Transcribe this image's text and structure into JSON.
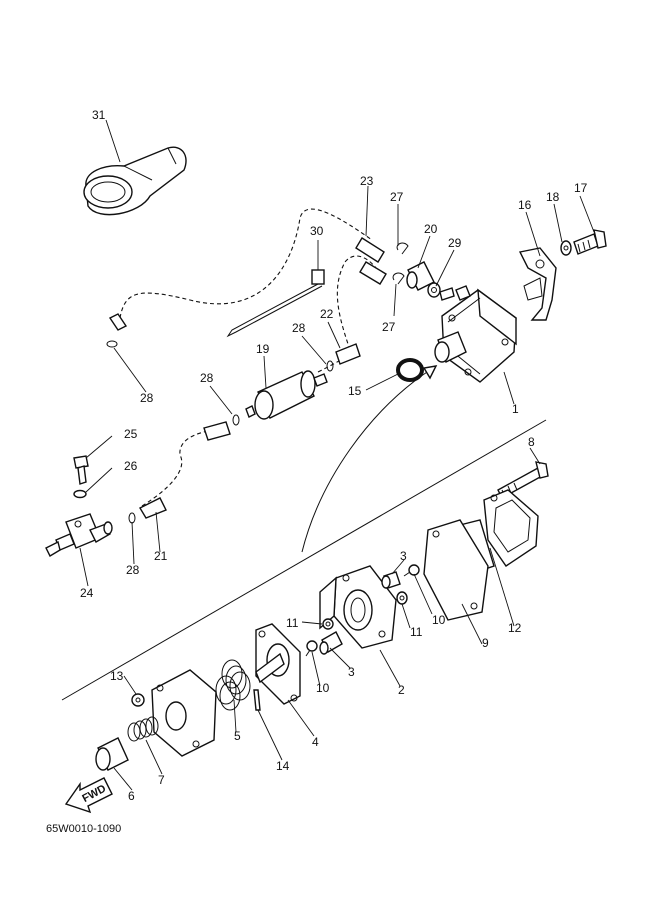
{
  "diagram": {
    "drawing_code": "65W0010-1090",
    "fwd_label": "FWD",
    "callouts": [
      {
        "id": "c31",
        "label": "31"
      },
      {
        "id": "c23",
        "label": "23"
      },
      {
        "id": "c27a",
        "label": "27"
      },
      {
        "id": "c20",
        "label": "20"
      },
      {
        "id": "c29",
        "label": "29"
      },
      {
        "id": "c16",
        "label": "16"
      },
      {
        "id": "c18",
        "label": "18"
      },
      {
        "id": "c17",
        "label": "17"
      },
      {
        "id": "c30",
        "label": "30"
      },
      {
        "id": "c22",
        "label": "22"
      },
      {
        "id": "c27b",
        "label": "27"
      },
      {
        "id": "c28a",
        "label": "28"
      },
      {
        "id": "c19",
        "label": "19"
      },
      {
        "id": "c28b",
        "label": "28"
      },
      {
        "id": "c28c",
        "label": "28"
      },
      {
        "id": "c15",
        "label": "15"
      },
      {
        "id": "c1",
        "label": "1"
      },
      {
        "id": "c25",
        "label": "25"
      },
      {
        "id": "c26",
        "label": "26"
      },
      {
        "id": "c8",
        "label": "8"
      },
      {
        "id": "c24",
        "label": "24"
      },
      {
        "id": "c28d",
        "label": "28"
      },
      {
        "id": "c21",
        "label": "21"
      },
      {
        "id": "c3a",
        "label": "3"
      },
      {
        "id": "c10a",
        "label": "10"
      },
      {
        "id": "c11a",
        "label": "11"
      },
      {
        "id": "c9",
        "label": "9"
      },
      {
        "id": "c12",
        "label": "12"
      },
      {
        "id": "c11b",
        "label": "11"
      },
      {
        "id": "c3b",
        "label": "3"
      },
      {
        "id": "c10b",
        "label": "10"
      },
      {
        "id": "c2",
        "label": "2"
      },
      {
        "id": "c13",
        "label": "13"
      },
      {
        "id": "c5",
        "label": "5"
      },
      {
        "id": "c4",
        "label": "4"
      },
      {
        "id": "c14",
        "label": "14"
      },
      {
        "id": "c7",
        "label": "7"
      },
      {
        "id": "c6",
        "label": "6"
      }
    ]
  }
}
